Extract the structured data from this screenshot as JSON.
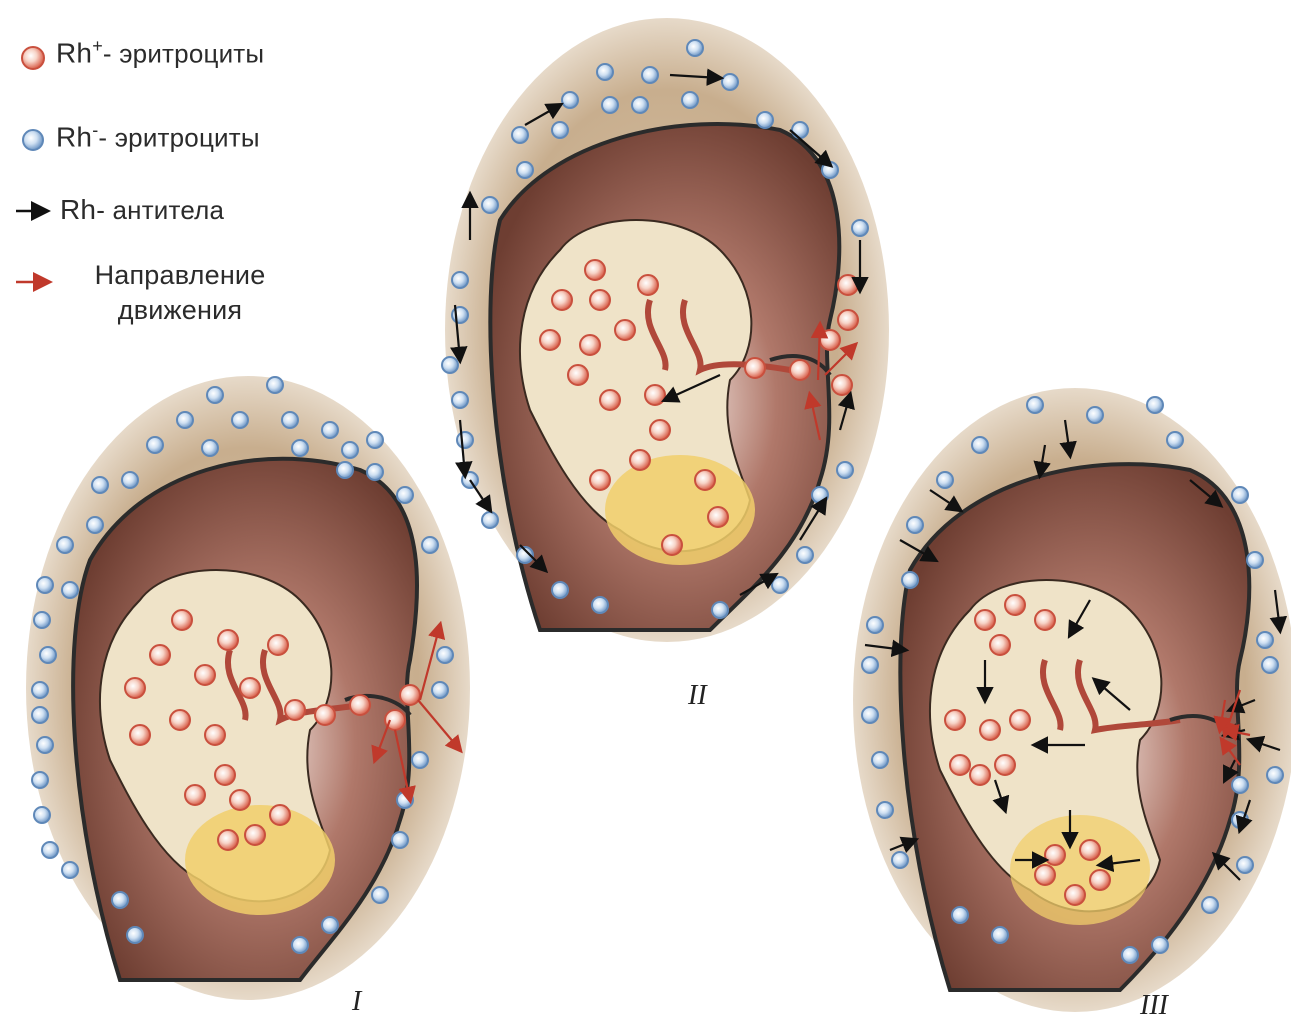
{
  "legend": {
    "rh_pos": {
      "prefix": "Rh",
      "sign": "+",
      "suffix": "- эритроциты"
    },
    "rh_neg": {
      "prefix": "Rh",
      "sign": "-",
      "suffix": "- эритроциты"
    },
    "antibody": {
      "prefix": "Rh",
      "suffix": "- антитела"
    },
    "direction": {
      "line1": "Направление",
      "line2": "движения"
    }
  },
  "stages": {
    "stage1": "I",
    "stage2": "II",
    "stage3": "III"
  },
  "colors": {
    "rh_pos_cell": "#e89080",
    "rh_neg_cell": "#8fb4da",
    "antibody_arrow": "#111111",
    "direction_arrow": "#c0392b",
    "uterus": "#c9b194",
    "placenta_cavity": "#7a4a3a",
    "fetus_skin": "#efe3c8",
    "yolk": "#f1cf6b"
  }
}
